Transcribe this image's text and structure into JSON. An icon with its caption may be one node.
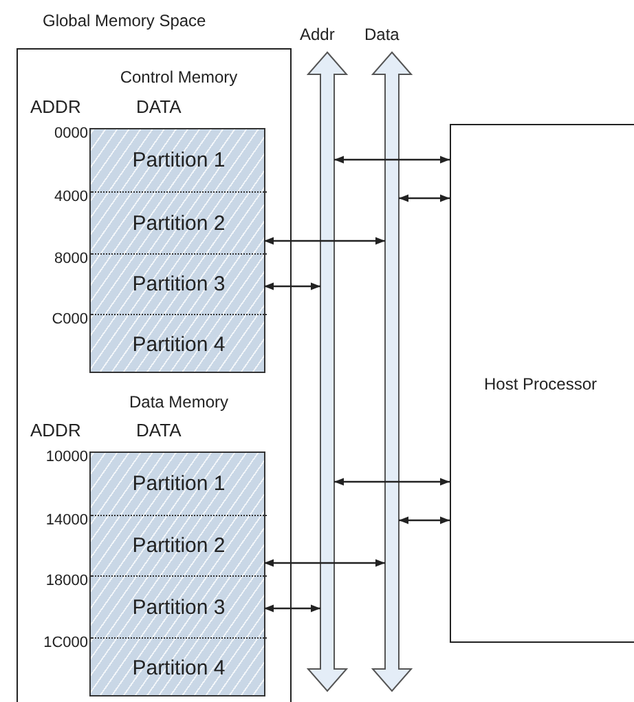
{
  "diagram": {
    "nodes": [
      {
        "text": [
          "Global Memory Space"
        ]
      },
      {
        "text": [
          "Control Memory"
        ],
        "in": 0
      },
      {
        "text": [
          "Partition 1"
        ],
        "in": 1,
        "beside": [
          "0000"
        ]
      },
      {
        "text": [
          "Partition 2"
        ],
        "in": 1,
        "beside": [
          "4000"
        ]
      },
      {
        "text": [
          "Partition 3"
        ],
        "in": 1,
        "beside": [
          "8000"
        ]
      },
      {
        "text": [
          "Partition 4"
        ],
        "in": 1,
        "beside": [
          "C000"
        ]
      },
      {
        "text": [
          "Data Memory"
        ],
        "in": 0
      },
      {
        "text": [
          "Partition 1"
        ],
        "in": 6,
        "beside": [
          "10000"
        ]
      },
      {
        "text": [
          "Partition 2"
        ],
        "in": 6,
        "beside": [
          "14000"
        ]
      },
      {
        "text": [
          "Partition 3"
        ],
        "in": 6,
        "beside": [
          "18000"
        ]
      },
      {
        "text": [
          "Partition 4"
        ],
        "in": 6,
        "beside": [
          "1C000"
        ]
      },
      {
        "text": [
          "Addr"
        ]
      },
      {
        "text": [
          "Data"
        ]
      },
      {
        "text": [
          "Host Processor"
        ]
      }
    ],
    "edges": [
      {
        "from": 11,
        "to": 13,
        "arrow": "both"
      },
      {
        "from": 12,
        "to": 13,
        "arrow": "both"
      },
      {
        "from": 3,
        "to": 12,
        "arrow": "both"
      },
      {
        "from": 4,
        "to": 11,
        "arrow": "both"
      },
      {
        "from": 11,
        "to": 13,
        "arrow": "both"
      },
      {
        "from": 12,
        "to": 13,
        "arrow": "both"
      },
      {
        "from": 8,
        "to": 12,
        "arrow": "both"
      },
      {
        "from": 9,
        "to": 11,
        "arrow": "both"
      }
    ],
    "labels": [
      "ADDR",
      "DATA",
      "ADDR",
      "DATA"
    ]
  }
}
